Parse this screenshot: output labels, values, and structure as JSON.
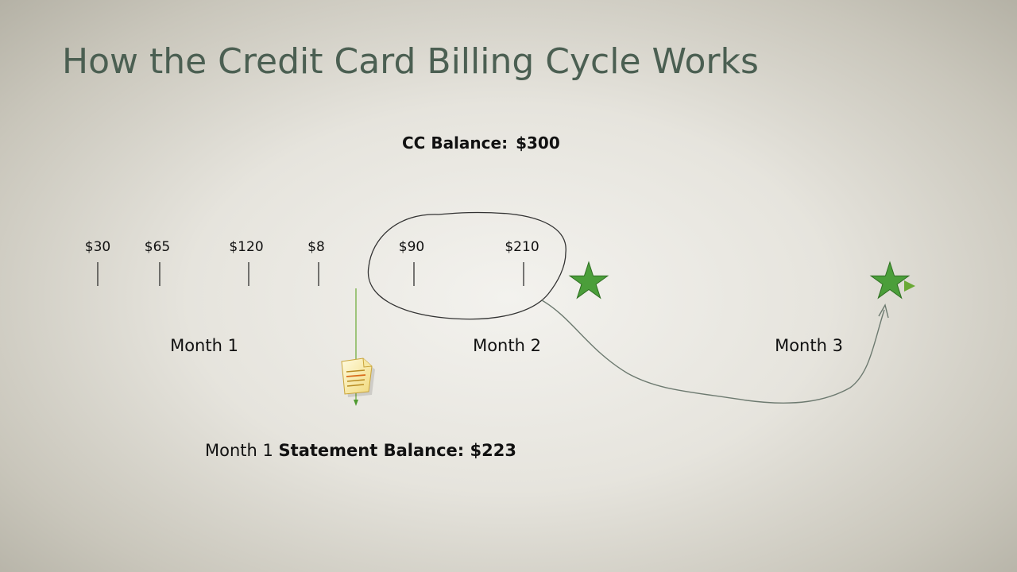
{
  "title": "How the Credit Card Billing Cycle Works",
  "cc_balance": {
    "label": "CC Balance:",
    "amount": "$300"
  },
  "transactions": [
    "$30",
    "$65",
    "$120",
    "$8",
    "$90",
    "$210"
  ],
  "months": [
    "Month 1",
    "Month 2",
    "Month 3"
  ],
  "statement": {
    "prefix": "Month 1",
    "label": "Statement Balance: $223"
  },
  "colors": {
    "title": "#4b5f52",
    "month1_line": "#b5cc3e",
    "month2_line": "#1d86ad",
    "month3_line": "#7bb43a",
    "star": "#4b9e3a",
    "annotation": "#555555"
  },
  "icons": [
    "document-icon",
    "star-icon",
    "arrow-icon"
  ]
}
